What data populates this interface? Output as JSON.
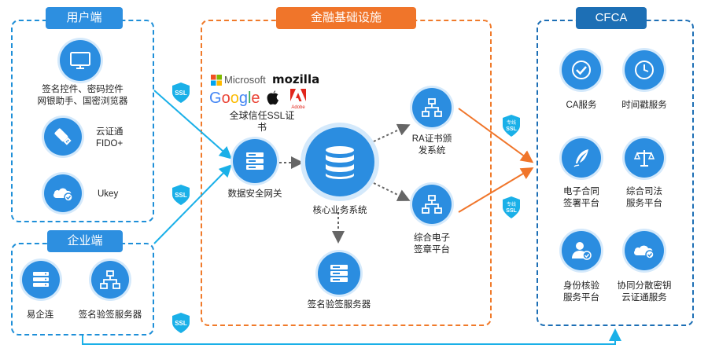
{
  "user_side": {
    "tag": "用户端",
    "items": [
      {
        "label_line1": "签名控件、密码控件",
        "label_line2": "网银助手、国密浏览器",
        "icon": "monitor-icon"
      },
      {
        "label_line1": "云证通",
        "label_line2": "FIDO+",
        "icon": "usb-key-icon"
      },
      {
        "label": "Ukey",
        "icon": "cloud-check-icon"
      }
    ]
  },
  "enterprise_side": {
    "tag": "企业端",
    "items": [
      {
        "label": "易企连",
        "icon": "server-icon"
      },
      {
        "label": "签名验签服务器",
        "icon": "network-icon"
      }
    ]
  },
  "infra": {
    "tag": "金融基础设施",
    "brands": {
      "microsoft": "Microsoft",
      "mozilla": "mozilla",
      "google": "Google",
      "adobe": "Adobe"
    },
    "ssl_cert_line1": "全球信任SSL证",
    "ssl_cert_line2": "书",
    "gateway": "数据安全网关",
    "core": "核心业务系统",
    "ra_line1": "RA证书颁",
    "ra_line2": "发系统",
    "seal_line1": "综合电子",
    "seal_line2": "签章平台",
    "verify_server": "签名验签服务器"
  },
  "cfca": {
    "tag": "CFCA",
    "items": [
      {
        "label": "CA服务",
        "icon": "ca-check-icon"
      },
      {
        "label": "时间戳服务",
        "icon": "clock-icon"
      },
      {
        "label_line1": "电子合同",
        "label_line2": "签署平台",
        "icon": "quill-icon"
      },
      {
        "label_line1": "综合司法",
        "label_line2": "服务平台",
        "icon": "scales-icon"
      },
      {
        "label_line1": "身份核验",
        "label_line2": "服务平台",
        "icon": "user-check-icon"
      },
      {
        "label_line1": "协同分散密钥",
        "label_line2": "云证通服务",
        "icon": "cloud-check-icon"
      }
    ]
  },
  "badges": {
    "ssl": "SSL",
    "line_top": "专线",
    "line_bottom": "SSL"
  },
  "colors": {
    "blue": "#2d8fe0",
    "orange": "#f0752a",
    "navy": "#1d6fb5",
    "cyan": "#1ab0e8"
  }
}
